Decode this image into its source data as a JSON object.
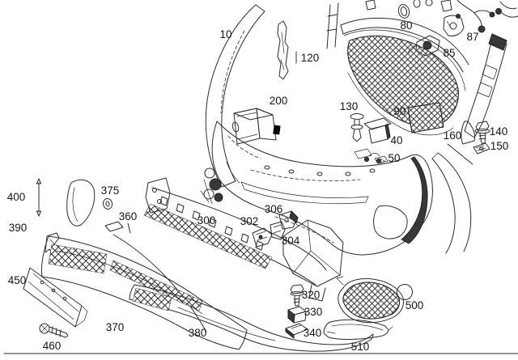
{
  "diagram": {
    "type": "exploded-parts-diagram",
    "subject": "front bumper assembly parts diagram",
    "background": "#ffffff",
    "line_color": "#2c2c2c",
    "marker_color": "#e05454",
    "marked_part": "500",
    "labels": {
      "p10": "10",
      "p40": "40",
      "p50": "50",
      "p80": "80",
      "p85": "85",
      "p87": "87",
      "p90": "90",
      "p120": "120",
      "p130": "130",
      "p140": "140",
      "p150": "150",
      "p160": "160",
      "p200": "200",
      "p300": "300",
      "p302": "302",
      "p304": "304",
      "p306": "306",
      "p320": "320",
      "p330": "330",
      "p340": "340",
      "p360": "360",
      "p370": "370",
      "p375": "375",
      "p380": "380",
      "p390": "390",
      "p400": "400",
      "p450": "450",
      "p460": "460",
      "p500": "500",
      "p510": "510"
    }
  }
}
